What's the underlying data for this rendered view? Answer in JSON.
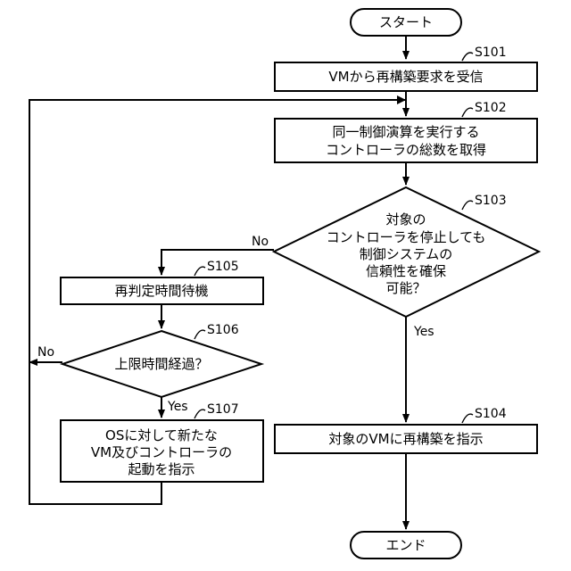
{
  "flowchart": {
    "start": "スタート",
    "end": "エンド",
    "s101": {
      "label": "S101",
      "text": "VMから再構築要求を受信"
    },
    "s102": {
      "label": "S102",
      "lines": [
        "同一制御演算を実行する",
        "コントローラの総数を取得"
      ]
    },
    "s103": {
      "label": "S103",
      "lines": [
        "対象の",
        "コントローラを停止しても",
        "制御システムの",
        "信頼性を確保",
        "可能？"
      ]
    },
    "s104": {
      "label": "S104",
      "text": "対象のVMに再構築を指示"
    },
    "s105": {
      "label": "S105",
      "text": "再判定時間待機"
    },
    "s106": {
      "label": "S106",
      "text": "上限時間経過？"
    },
    "s107": {
      "label": "S107",
      "lines": [
        "OSに対して新たな",
        "VM及びコントローラの",
        "起動を指示"
      ]
    },
    "edge_labels": {
      "s103_no": "No",
      "s103_yes": "Yes",
      "s106_no": "No",
      "s106_yes": "Yes"
    }
  }
}
